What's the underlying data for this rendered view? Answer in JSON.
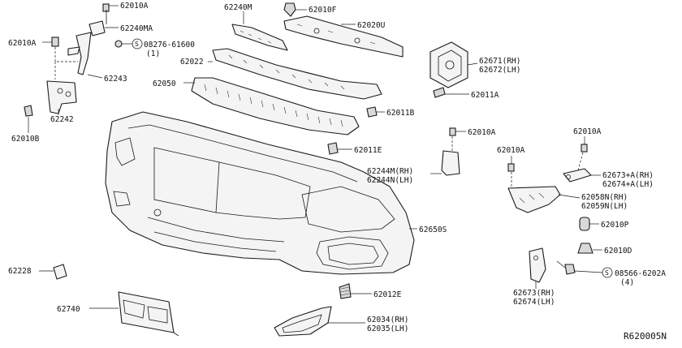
{
  "diagram_code": "R620005N",
  "labels": {
    "p62010A_top": "62010A",
    "p62240MA": "62240MA",
    "p62010A_left": "62010A",
    "p08276": "08276-61600",
    "p08276_qty": "(1)",
    "p62243": "62243",
    "p62242": "62242",
    "p62010B": "62010B",
    "p62240M": "62240M",
    "p62010F": "62010F",
    "p62020U": "62020U",
    "p62022": "62022",
    "p62050": "62050",
    "p62671": "62671(RH)",
    "p62672": "62672(LH)",
    "p62011A": "62011A",
    "p62011B": "62011B",
    "p62011E": "62011E",
    "p62010A_mid": "62010A",
    "p62010A_right1": "62010A",
    "p62010A_right2": "62010A",
    "p62244M": "62244M(RH)",
    "p62244N": "62244N(LH)",
    "p62673A": "62673+A(RH)",
    "p62674A": "62674+A(LH)",
    "p62058N": "62058N(RH)",
    "p62059N": "62059N(LH)",
    "p62010P": "62010P",
    "p62650S": "62650S",
    "p62010D": "62010D",
    "p62228": "62228",
    "p08566": "08566-6202A",
    "p08566_qty": "(4)",
    "p62012E": "62012E",
    "p62673": "62673(RH)",
    "p62674": "62674(LH)",
    "p62740": "62740",
    "p62034": "62034(RH)",
    "p62035": "62035(LH)",
    "s_symbol": "S"
  }
}
